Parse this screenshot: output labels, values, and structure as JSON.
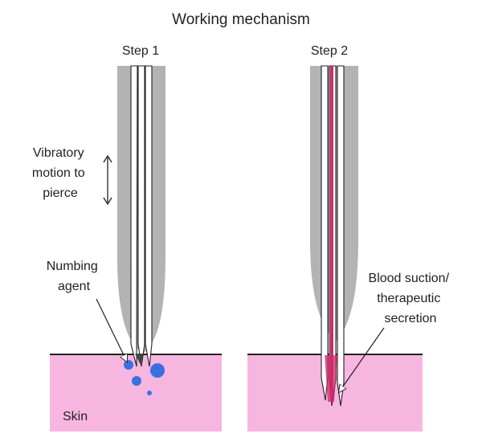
{
  "title": "Working mechanism",
  "steps": [
    {
      "label": "Step 1"
    },
    {
      "label": "Step 2"
    }
  ],
  "labels": {
    "vibratory": [
      "Vibratory",
      "motion to",
      "pierce"
    ],
    "numbing": [
      "Numbing",
      "agent"
    ],
    "blood": [
      "Blood suction/",
      "therapeutic",
      "secretion"
    ],
    "skin": "Skin"
  },
  "colors": {
    "skin": "#f7b6e0",
    "needle_sheath": "#b3b3b3",
    "numbing_agent": "#3a6fe0",
    "blood": "#d12a6a",
    "outline": "#222222"
  }
}
